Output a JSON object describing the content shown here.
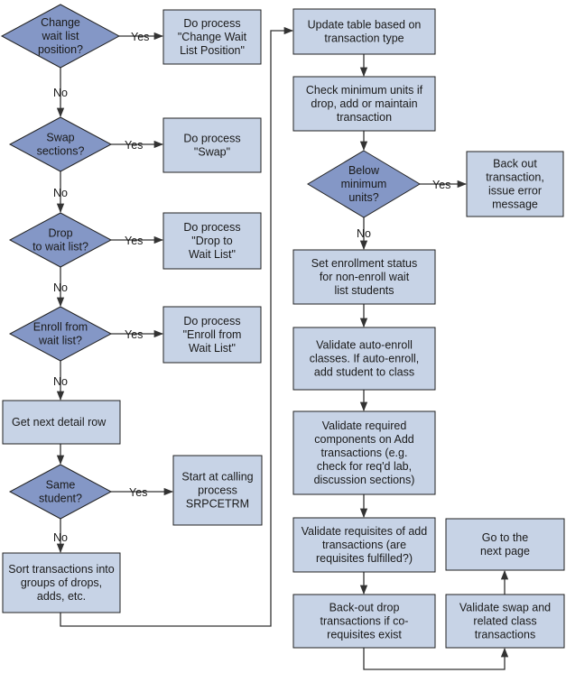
{
  "colors": {
    "box_fill": "#c7d3e6",
    "diamond_fill": "#8497c6",
    "stroke": "#222222",
    "arrow": "#333333"
  },
  "nodes": {
    "d_change": [
      "Change",
      "wait list",
      "position?"
    ],
    "p_change": [
      "Do process",
      "\"Change Wait",
      "List Position\""
    ],
    "d_swap": [
      "Swap",
      "sections?"
    ],
    "p_swap": [
      "Do process",
      "\"Swap\""
    ],
    "d_drop": [
      "Drop",
      "to wait list?"
    ],
    "p_drop": [
      "Do process",
      "\"Drop to",
      "Wait List\""
    ],
    "d_enroll": [
      "Enroll from",
      "wait list?"
    ],
    "p_enroll": [
      "Do process",
      "\"Enroll from",
      "Wait List\""
    ],
    "get_next": [
      "Get next detail row"
    ],
    "d_same": [
      "Same",
      "student?"
    ],
    "p_same": [
      "Start at calling",
      "process",
      "SRPCETRM"
    ],
    "sort_tx": [
      "Sort transactions into",
      "groups of drops,",
      "adds, etc."
    ],
    "update": [
      "Update table based on",
      "transaction type"
    ],
    "check_min": [
      "Check minimum units if",
      "drop, add or maintain",
      "transaction"
    ],
    "d_below": [
      "Below",
      "minimum",
      "units?"
    ],
    "backout_tx": [
      "Back out",
      "transaction,",
      "issue error",
      "message"
    ],
    "set_status": [
      "Set enrollment status",
      "for non-enroll wait",
      "list students"
    ],
    "validate_auto": [
      "Validate auto-enroll",
      "classes.  If auto-enroll,",
      "add student to class"
    ],
    "validate_req": [
      "Validate required",
      "components on Add",
      "transactions (e.g.",
      "check for req'd lab,",
      "discussion sections)"
    ],
    "validate_requisites": [
      "Validate requisites of add",
      "transactions (are",
      "requisites fulfilled?)"
    ],
    "backout_drop": [
      "Back-out drop",
      "transactions if co-",
      "requisites exist"
    ],
    "validate_swap": [
      "Validate swap and",
      "related class",
      "transactions"
    ],
    "next_page": [
      "Go to the",
      "next page"
    ]
  },
  "edge_labels": {
    "yes": "Yes",
    "no": "No"
  }
}
